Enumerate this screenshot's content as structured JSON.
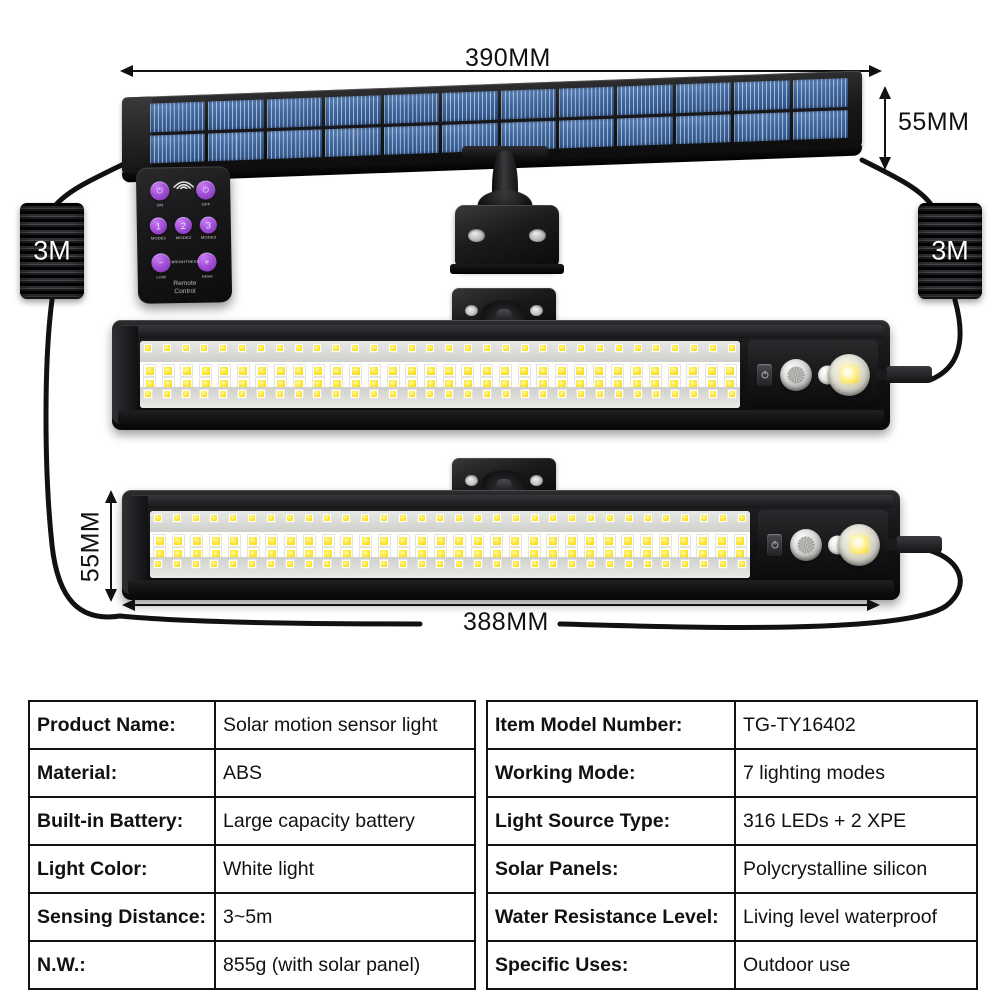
{
  "diagram": {
    "dimensions": {
      "solar_width": "390MM",
      "solar_height": "55MM",
      "lamp_width": "388MM",
      "lamp_height": "55MM",
      "cable_left": "3M",
      "cable_right": "3M"
    },
    "remote": {
      "brand_line1": "Remote",
      "brand_line2": "Control",
      "buttons": [
        {
          "glyph": "⏻",
          "label": "ON"
        },
        {
          "glyph": "⏻",
          "label": "OFF"
        },
        {
          "glyph": "1",
          "label": "MODE1"
        },
        {
          "glyph": "2",
          "label": "MODE2"
        },
        {
          "glyph": "3",
          "label": "MODE3"
        },
        {
          "glyph": "−",
          "label": "LOW"
        },
        {
          "glyph": "+",
          "label": "HIGH"
        }
      ],
      "center_label": "BRIGHTNESS"
    },
    "parts": {
      "solar_panel": "solar-panel",
      "wall_bracket": "wall-bracket",
      "lamp_upper": "lamp-bar-upper",
      "lamp_lower": "lamp-bar-lower",
      "pir_sensor": "pir-motion-sensor",
      "light_sensor": "ambient-light-sensor",
      "spotlight": "xpe-spotlight",
      "power_button": "power-button"
    }
  },
  "spec_tables": {
    "left": {
      "rows": [
        {
          "key": "Product Name:",
          "value": "Solar motion sensor light"
        },
        {
          "key": "Material:",
          "value": "ABS"
        },
        {
          "key": "Built-in Battery:",
          "value": "Large capacity battery"
        },
        {
          "key": "Light Color:",
          "value": "White light"
        },
        {
          "key": "Sensing Distance:",
          "value": "3~5m"
        },
        {
          "key": "N.W.:",
          "value": "855g (with solar panel)"
        }
      ]
    },
    "right": {
      "rows": [
        {
          "key": "Item Model Number:",
          "value": "TG-TY16402"
        },
        {
          "key": "Working Mode:",
          "value": "7 lighting modes"
        },
        {
          "key": "Light Source Type:",
          "value": "316 LEDs + 2 XPE"
        },
        {
          "key": "Solar Panels:",
          "value": "Polycrystalline silicon"
        },
        {
          "key": "Water Resistance Level:",
          "value": "Living level waterproof"
        },
        {
          "key": "Specific Uses:",
          "value": "Outdoor use"
        }
      ]
    }
  },
  "colors": {
    "solar_cell": "#3f689f",
    "led_phosphor": "#ffe93d",
    "remote_button": "#a24fd8",
    "body": "#121214",
    "line": "#111111"
  }
}
